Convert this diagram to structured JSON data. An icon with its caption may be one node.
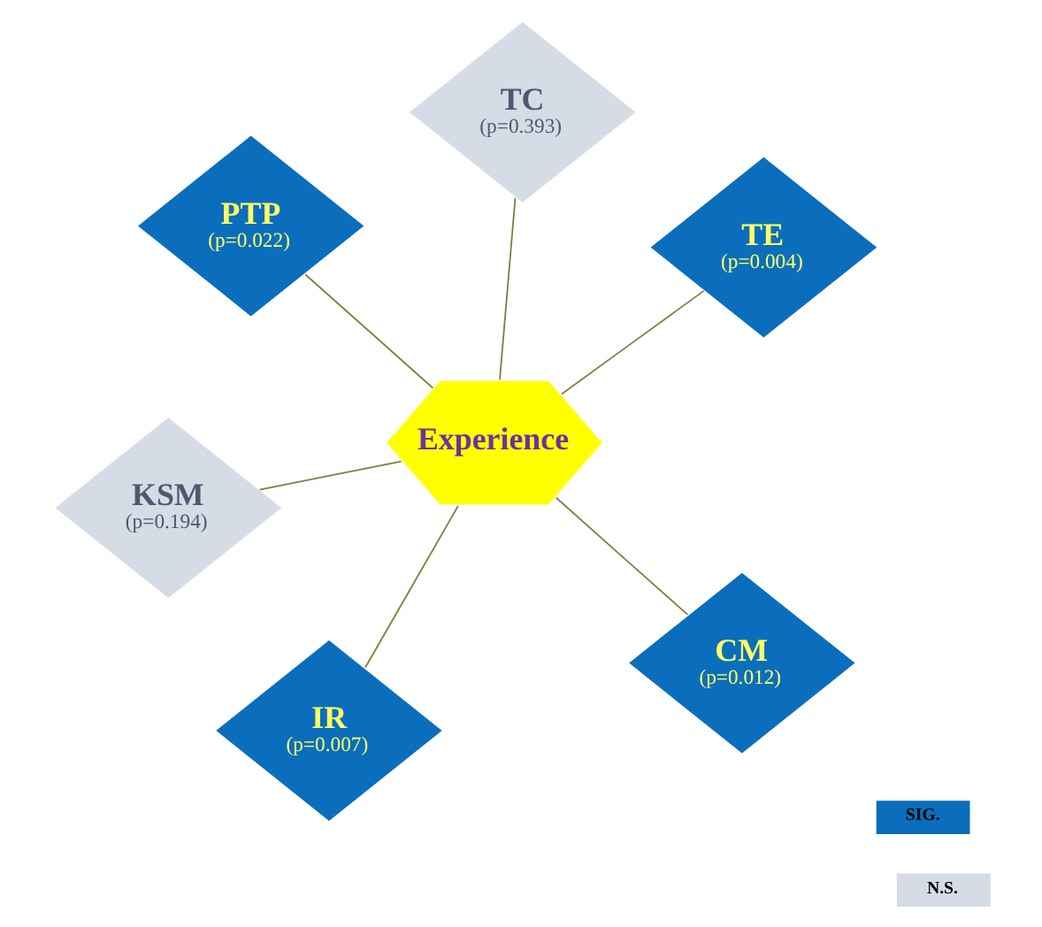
{
  "diagram": {
    "nodes": [
      {
        "text": [
          "Experience"
        ]
      },
      {
        "text": [
          "TE",
          "(p=0.004)"
        ]
      },
      {
        "text": [
          "IR",
          "(p=0.007)"
        ]
      },
      {
        "text": [
          "PTP",
          "(p=0.022)"
        ]
      },
      {
        "text": [
          "TC",
          "(p=0.393)"
        ]
      },
      {
        "text": [
          "CM",
          "(p=0.012)"
        ]
      },
      {
        "text": [
          "KSM",
          "(p=0.194)"
        ]
      }
    ],
    "edges": [
      {
        "from": 0,
        "to": 1,
        "arrow": "none"
      },
      {
        "from": 0,
        "to": 2,
        "arrow": "none"
      },
      {
        "from": 0,
        "to": 3,
        "arrow": "none"
      },
      {
        "from": 0,
        "to": 4,
        "arrow": "none"
      },
      {
        "from": 0,
        "to": 5,
        "arrow": "none"
      },
      {
        "from": 0,
        "to": 6,
        "arrow": "none"
      }
    ],
    "legend": [
      {
        "text": "SIG.",
        "color": "#0a6ebd"
      },
      {
        "text": "N.S.",
        "color": "#d6dce5"
      }
    ]
  }
}
